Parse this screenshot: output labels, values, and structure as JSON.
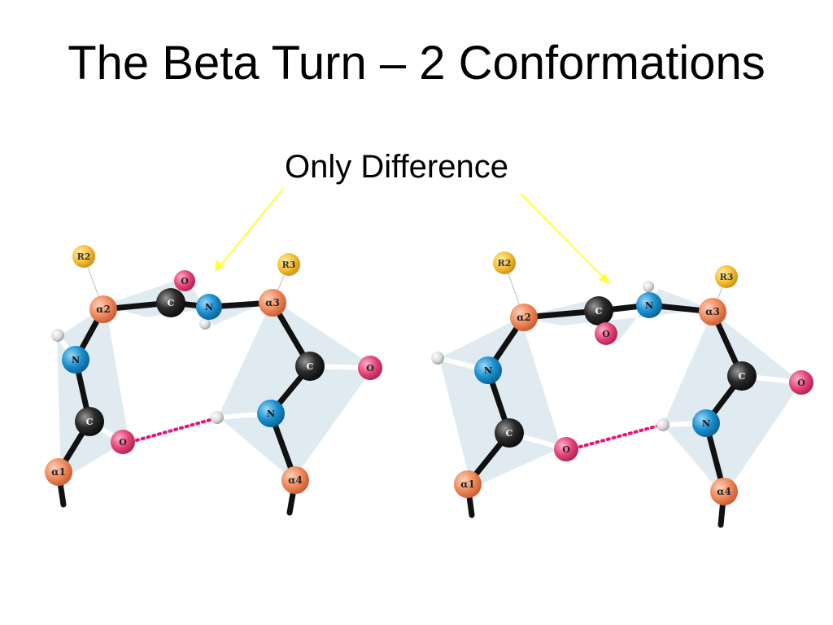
{
  "slide": {
    "title": "The Beta Turn – 2 Conformations",
    "callout_text": "Only Difference"
  },
  "labels": {
    "alpha1": "α1",
    "alpha2": "α2",
    "alpha3": "α3",
    "alpha4": "α4",
    "r2": "R2",
    "r3": "R3",
    "carbon": "C",
    "nitrogen": "N",
    "oxygen": "O"
  },
  "colors": {
    "alpha_carbon": "#f08a5d",
    "carbon": "#2b2b2b",
    "nitrogen": "#1a8fd0",
    "oxygen": "#e6467a",
    "r_group": "#f6c13a",
    "hydrogen": "#d9d9d9",
    "hbond": "#e6127a",
    "arrow": "#ffff33",
    "plane": "#dbe7ef"
  }
}
